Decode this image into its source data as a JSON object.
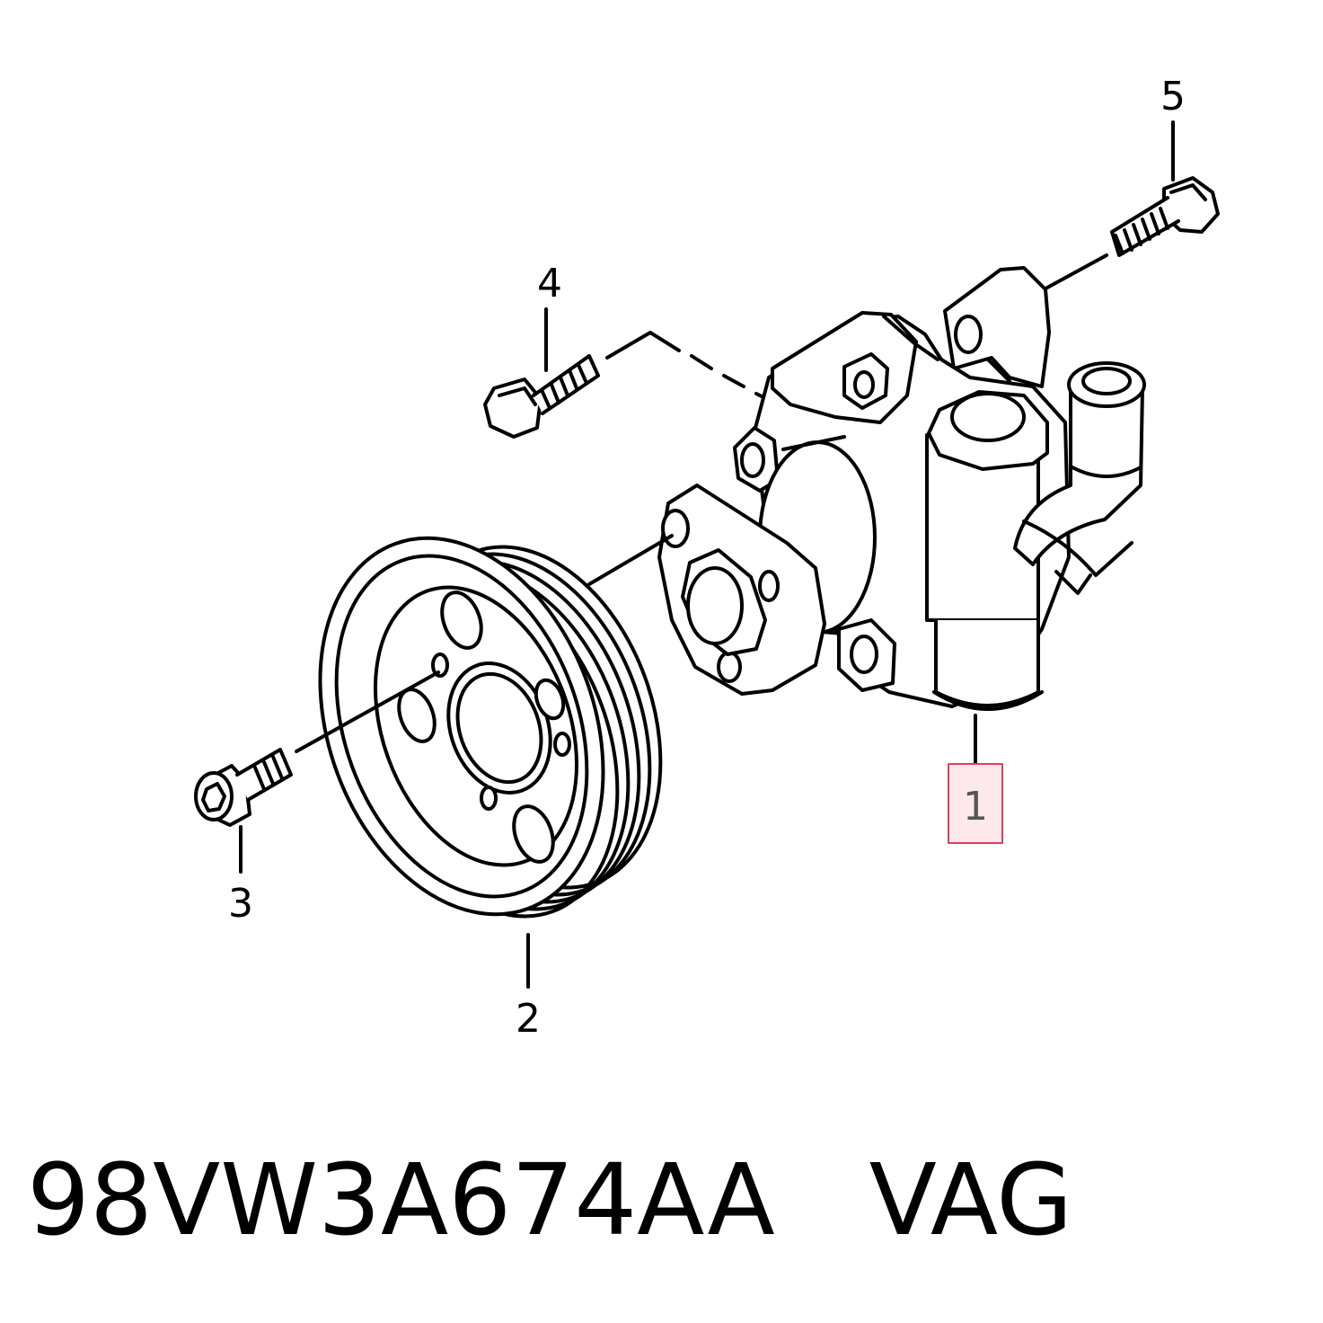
{
  "callouts": {
    "c1": "1",
    "c2": "2",
    "c3": "3",
    "c4": "4",
    "c5": "5"
  },
  "footer": {
    "part_number": "98VW3A674AA",
    "brand": "VAG"
  },
  "highlight": {
    "callout": "1",
    "border_color": "#e0405a",
    "fill_color": "#fde8ec"
  }
}
